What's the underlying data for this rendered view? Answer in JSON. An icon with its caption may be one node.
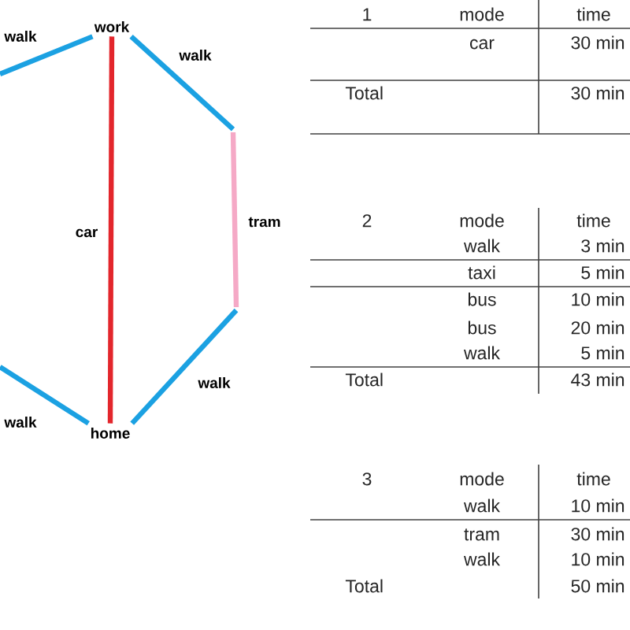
{
  "diagram": {
    "nodes": [
      {
        "text": [
          "work"
        ]
      },
      {
        "text": [
          "home"
        ]
      }
    ],
    "edges": [
      {
        "from": null,
        "to": 0,
        "arrow": "none",
        "label": "walk"
      },
      {
        "from": 0,
        "to": null,
        "arrow": "none",
        "label": "walk"
      },
      {
        "from": 0,
        "to": 1,
        "arrow": "none",
        "label": "car",
        "color": "#e3262c"
      },
      {
        "from": null,
        "to": 1,
        "arrow": "none",
        "label": "walk"
      },
      {
        "from": null,
        "to": 1,
        "arrow": "none",
        "label": "walk"
      }
    ],
    "labels": [
      "tram",
      "1",
      "mode",
      "time",
      "car",
      "30 min",
      "Total",
      "30 min",
      "2",
      "mode",
      "time",
      "walk",
      "3 min",
      "taxi",
      "5 min",
      "bus",
      "10 min",
      "bus",
      "20 min",
      "walk",
      "5 min",
      "Total",
      "43 min",
      "3",
      "mode",
      "time",
      "walk",
      "10 min",
      "tram",
      "30 min",
      "walk",
      "10 min",
      "Total",
      "50 min"
    ]
  }
}
